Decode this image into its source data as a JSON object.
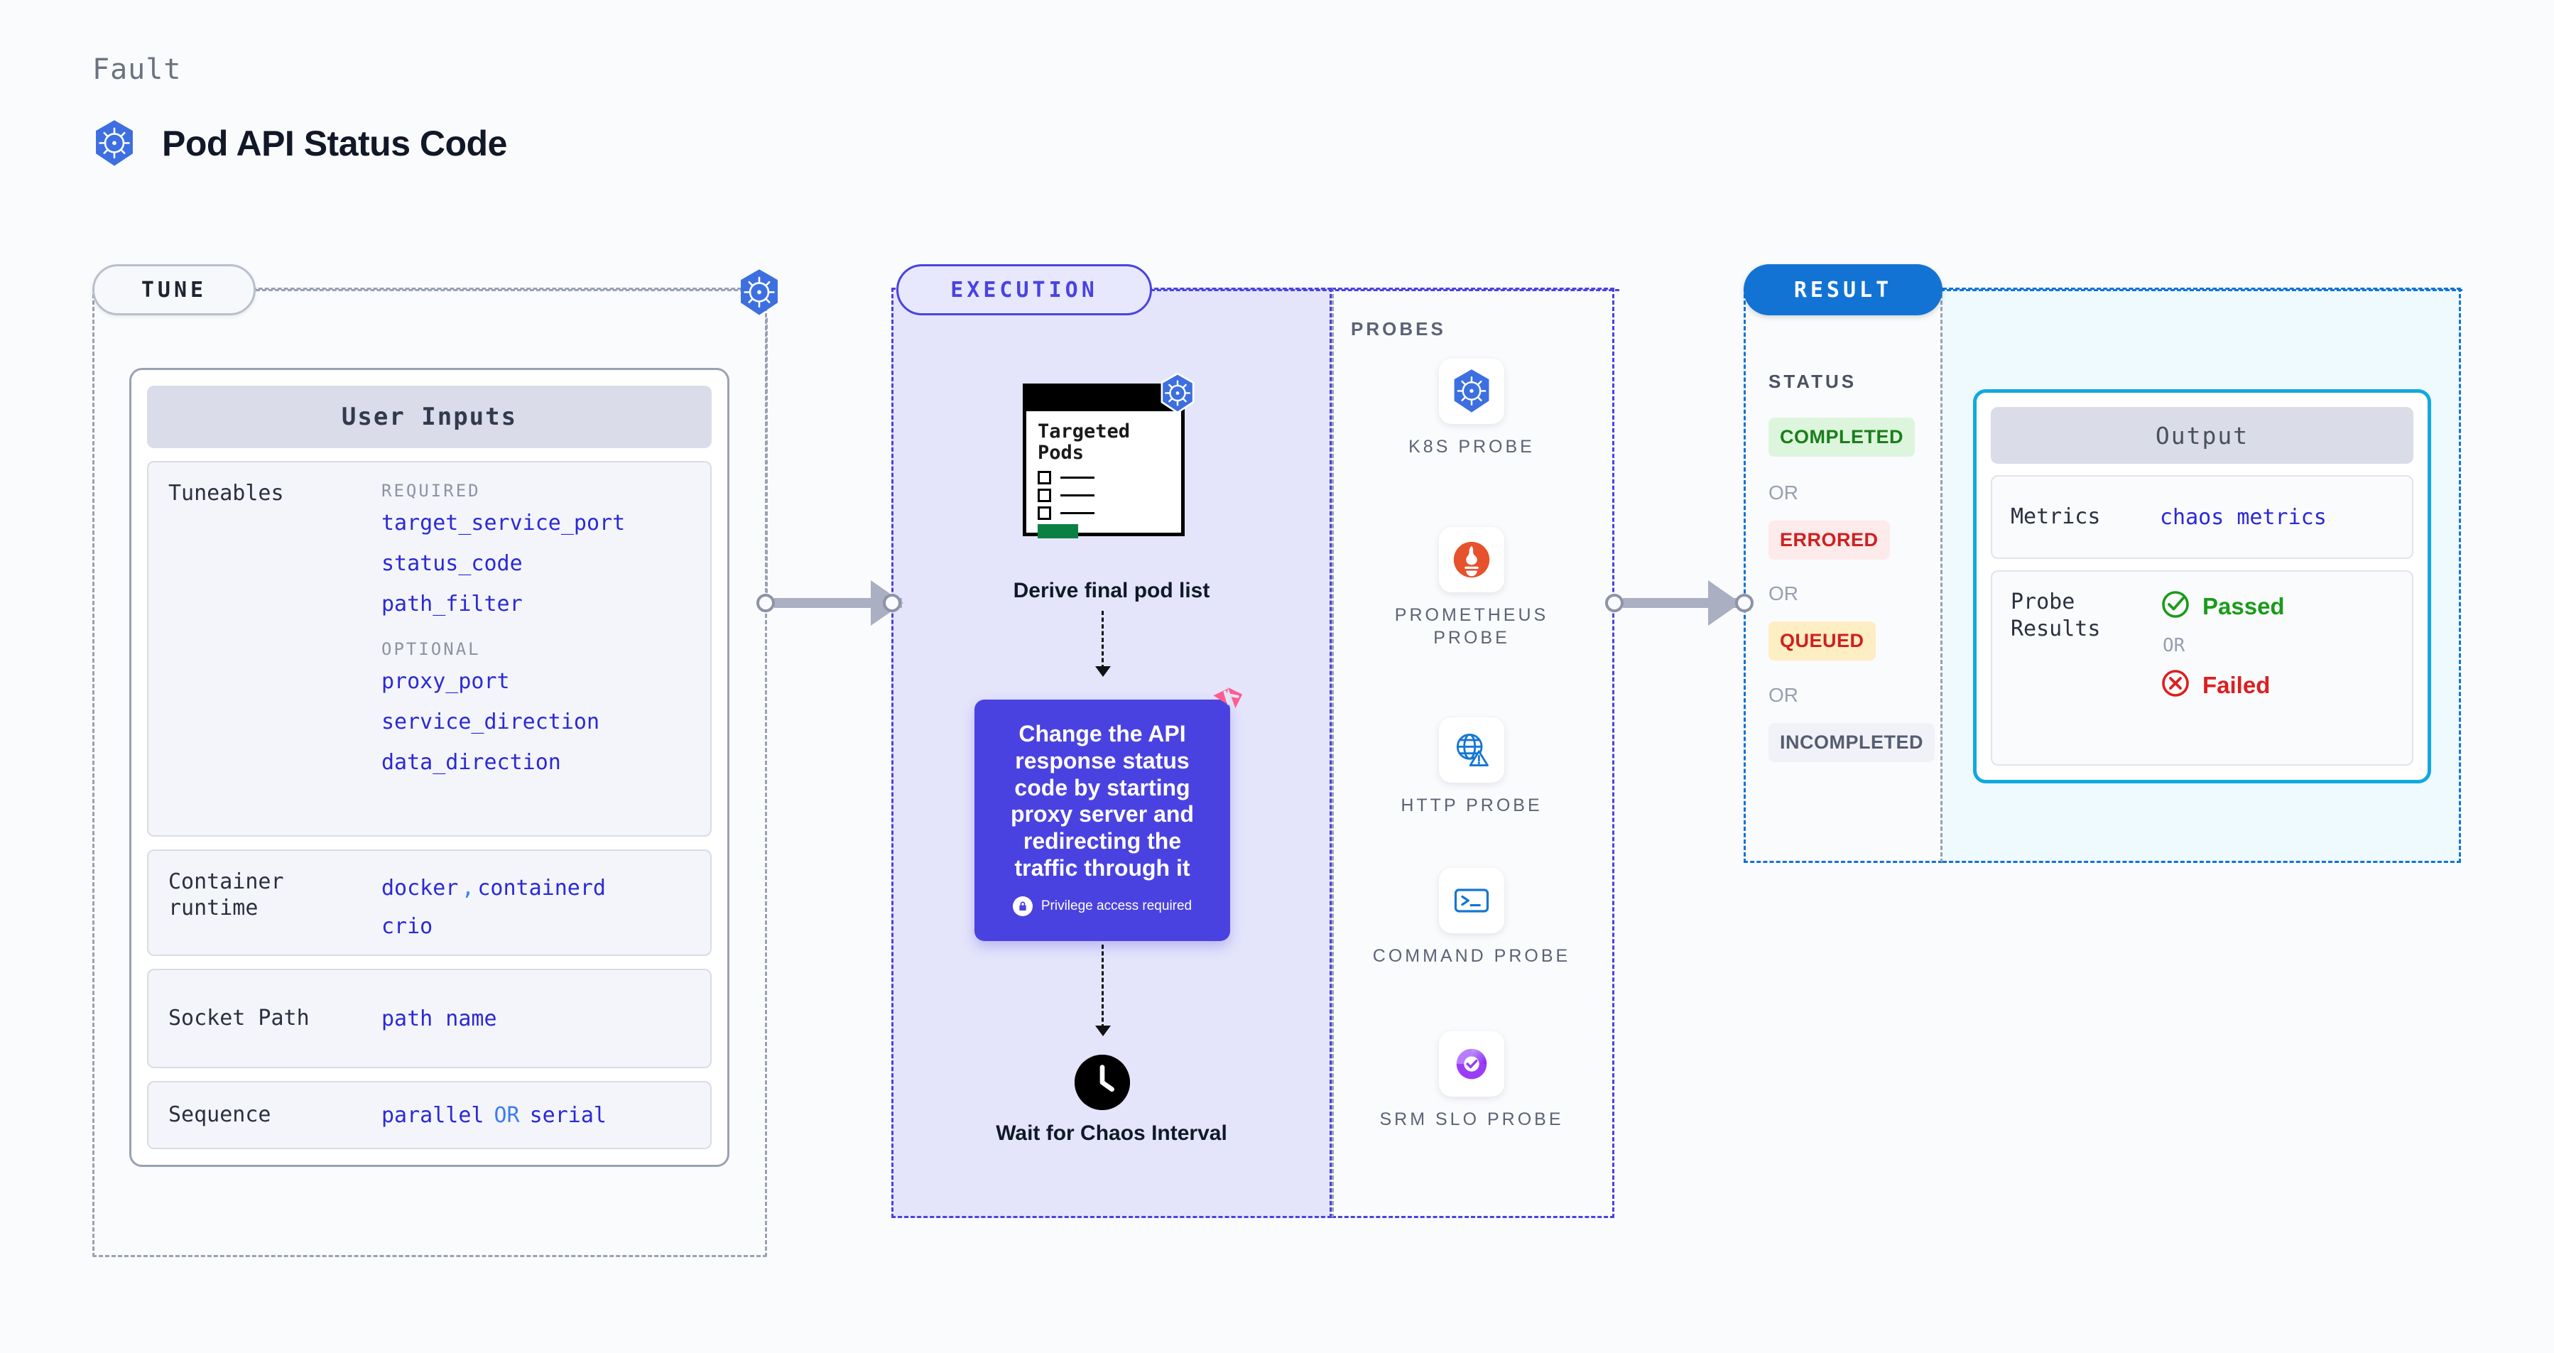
{
  "header": {
    "eyebrow": "Fault",
    "title": "Pod API Status Code",
    "icon": "kubernetes-icon"
  },
  "sections": {
    "tune": {
      "pill": "TUNE"
    },
    "execution": {
      "pill": "EXECUTION"
    },
    "result": {
      "pill": "RESULT"
    }
  },
  "user_inputs": {
    "header": "User Inputs",
    "rows": [
      {
        "key": "Tuneables",
        "required_label": "REQUIRED",
        "required": [
          "target_service_port",
          "status_code",
          "path_filter"
        ],
        "optional_label": "OPTIONAL",
        "optional": [
          "proxy_port",
          "service_direction",
          "data_direction"
        ]
      },
      {
        "key": "Container runtime",
        "values": [
          "docker",
          "containerd",
          "crio"
        ],
        "separator": ","
      },
      {
        "key": "Socket Path",
        "values": [
          "path name"
        ]
      },
      {
        "key": "Sequence",
        "values": [
          "parallel",
          "serial"
        ],
        "joiner": "OR"
      }
    ]
  },
  "execution": {
    "pods_card": {
      "title": "Targeted Pods",
      "icon": "kubernetes-icon",
      "checkbox_rows": 3
    },
    "derive_label": "Derive final pod list",
    "action": {
      "text": "Change the API response status code by starting proxy server and redirecting the traffic through it",
      "privilege_note": "Privilege access required",
      "privilege_icon": "lock-icon",
      "corner_icon": "litmus-chaos-icon",
      "color": "#4a42e0"
    },
    "wait": {
      "icon": "clock-icon",
      "label": "Wait for Chaos Interval"
    }
  },
  "probes": {
    "title": "PROBES",
    "items": [
      {
        "name": "K8S PROBE",
        "icon": "kubernetes-icon"
      },
      {
        "name": "PROMETHEUS PROBE",
        "icon": "prometheus-icon"
      },
      {
        "name": "HTTP PROBE",
        "icon": "http-globe-warning-icon"
      },
      {
        "name": "COMMAND PROBE",
        "icon": "terminal-icon"
      },
      {
        "name": "SRM SLO PROBE",
        "icon": "srm-slo-icon"
      }
    ]
  },
  "result": {
    "status_title": "STATUS",
    "or_label": "OR",
    "statuses": [
      {
        "label": "COMPLETED",
        "bg": "#ddf5dd",
        "fg": "#1a7f1a"
      },
      {
        "label": "ERRORED",
        "bg": "#fdeaea",
        "fg": "#cf2020"
      },
      {
        "label": "QUEUED",
        "bg": "#fdeec3",
        "fg": "#cf2020"
      },
      {
        "label": "INCOMPLETED",
        "bg": "#f1f2f7",
        "fg": "#555d70"
      }
    ]
  },
  "output": {
    "header": "Output",
    "metrics": {
      "key": "Metrics",
      "value": "chaos metrics"
    },
    "probe_results": {
      "key": "Probe Results",
      "passed": "Passed",
      "failed": "Failed",
      "or_label": "OR",
      "passed_icon": "check-circle-icon",
      "failed_icon": "x-circle-icon"
    }
  }
}
